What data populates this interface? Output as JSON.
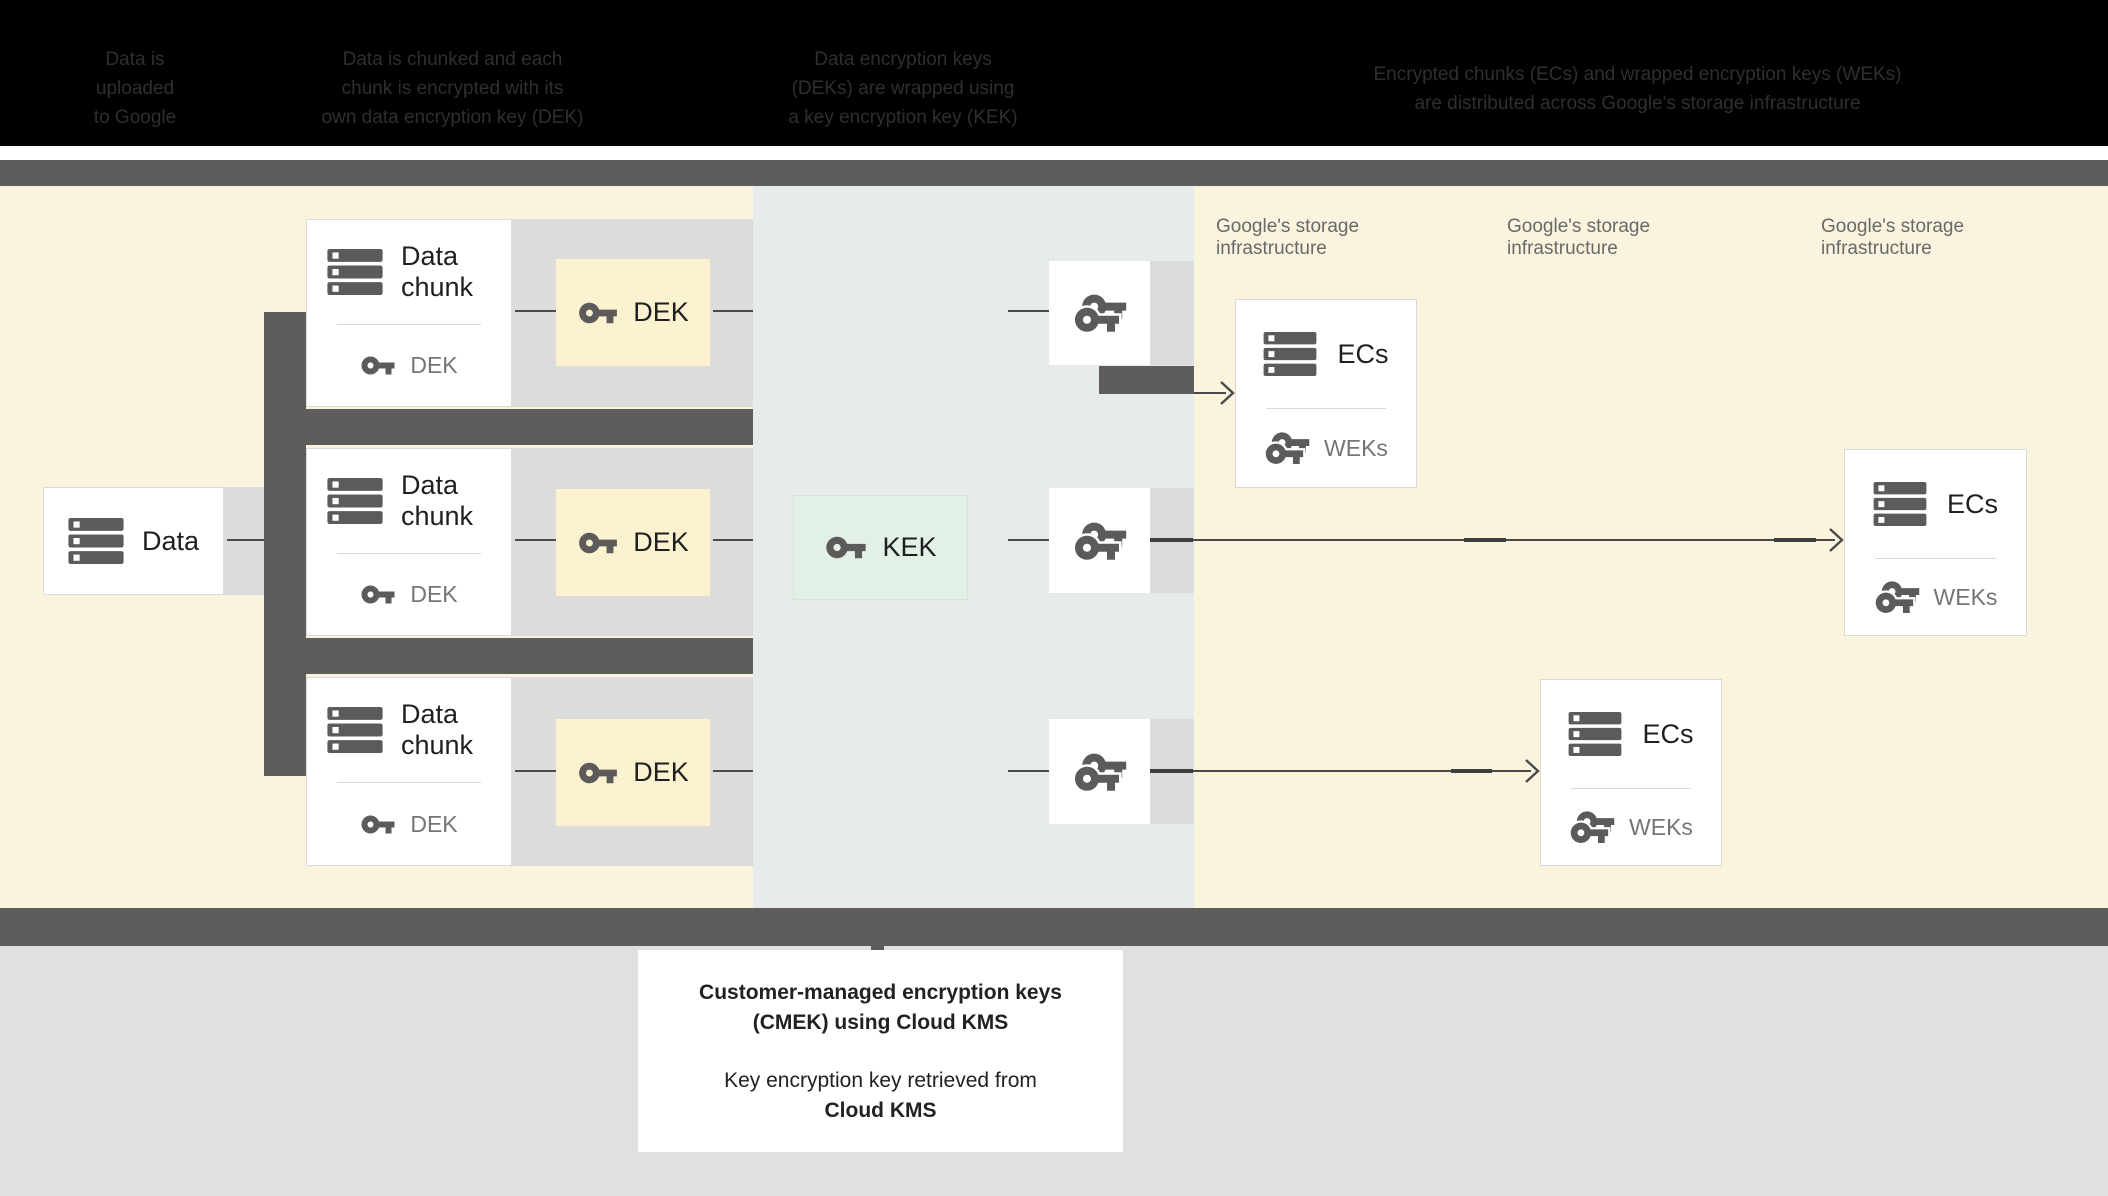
{
  "header": {
    "steps": [
      {
        "lines": [
          "Data is",
          "uploaded",
          "to Google"
        ]
      },
      {
        "lines": [
          "Data is chunked and each",
          "chunk is encrypted with its",
          "own data encryption key (DEK)"
        ]
      },
      {
        "lines": [
          "Data encryption keys",
          "(DEKs) are wrapped using",
          "a key encryption key (KEK)"
        ]
      },
      {
        "lines": [
          "Encrypted chunks (ECs) and wrapped encryption keys (WEKs)",
          "are distributed across Google's storage infrastructure"
        ]
      }
    ]
  },
  "diagram": {
    "data_box": {
      "label": "Data",
      "icon": "servers-icon"
    },
    "chunk_boxes": [
      {
        "title": "Data chunk",
        "key_label": "DEK",
        "icon": "servers-icon",
        "key_icon": "key-icon"
      },
      {
        "title": "Data chunk",
        "key_label": "DEK",
        "icon": "servers-icon",
        "key_icon": "key-icon"
      },
      {
        "title": "Data chunk",
        "key_label": "DEK",
        "icon": "servers-icon",
        "key_icon": "key-icon"
      }
    ],
    "dek_boxes": [
      {
        "label": "DEK",
        "icon": "key-icon"
      },
      {
        "label": "DEK",
        "icon": "key-icon"
      },
      {
        "label": "DEK",
        "icon": "key-icon"
      }
    ],
    "kek_box": {
      "label": "KEK",
      "icon": "key-icon"
    },
    "key_boxes": [
      {
        "icon": "wrapped-key-icon"
      },
      {
        "icon": "wrapped-key-icon"
      },
      {
        "icon": "wrapped-key-icon"
      }
    ],
    "storage_labels": [
      {
        "line1": "Google's storage",
        "line2": "infrastructure"
      },
      {
        "line1": "Google's storage",
        "line2": "infrastructure"
      },
      {
        "line1": "Google's storage",
        "line2": "infrastructure"
      }
    ],
    "ec_boxes": [
      {
        "title": "ECs",
        "key_label": "WEKs",
        "icon": "servers-icon",
        "key_icon": "wrapped-key-icon"
      },
      {
        "title": "ECs",
        "key_label": "WEKs",
        "icon": "servers-icon",
        "key_icon": "wrapped-key-icon"
      },
      {
        "title": "ECs",
        "key_label": "WEKs",
        "icon": "servers-icon",
        "key_icon": "wrapped-key-icon"
      }
    ]
  },
  "callout": {
    "bold_line1": "Customer-managed encryption keys",
    "bold_line2": "(CMEK) using Cloud KMS",
    "line1": "Key encryption key retrieved from",
    "bold_line3": "Cloud KMS"
  },
  "colors": {
    "header_bg": "#000000",
    "header_text": "#2F2F30",
    "cream_panel": "#FAF3DE",
    "kms_panel": "#E8EBEC",
    "dek_box": "#FCF2D0",
    "kek_box": "#E3F0E8",
    "dark_gray": "#5E5D5B",
    "shadow_gray": "#DCDCDC",
    "bottom_gray": "#E0E0E0",
    "connector": "#4A4A4A",
    "icon_gray": "#5C5B59",
    "muted_text": "#757575"
  }
}
